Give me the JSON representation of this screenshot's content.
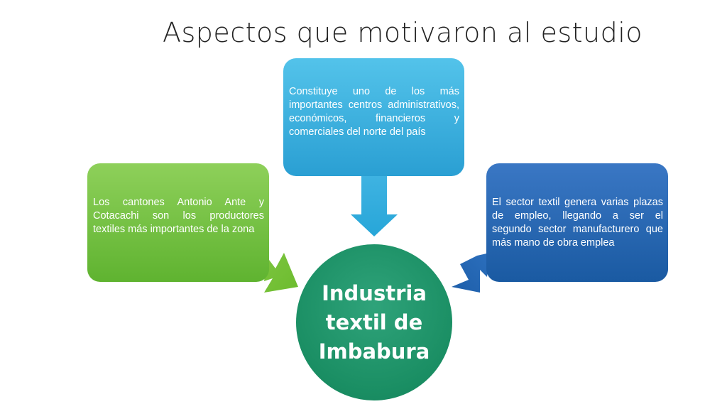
{
  "title": "Aspectos que motivaron al estudio",
  "center": {
    "label": "Industria textil de Imbabura"
  },
  "cards": {
    "top": {
      "text": "Constituye uno de los más importantes centros administrativos, económicos, financieros y comerciales del norte del país"
    },
    "left": {
      "text": "Los cantones Antonio Ante y Cotacachi son los productores textiles más importantes de la zona"
    },
    "right": {
      "text": "El sector textil genera varias plazas de empleo, llegando a ser el segundo sector manufacturero que más mano de obra emplea"
    }
  },
  "colors": {
    "top": "#3db3e0",
    "left": "#7cc24a",
    "right": "#2669b5",
    "center": "#1a8e63"
  }
}
